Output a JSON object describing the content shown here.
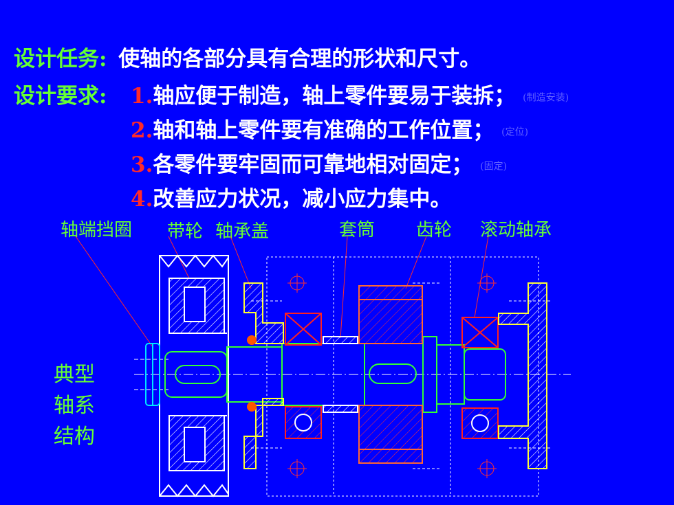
{
  "task": {
    "label": "设计任务:",
    "text": "使轴的各部分具有合理的形状和尺寸。"
  },
  "requirements": {
    "label": "设计要求:",
    "items": [
      {
        "num": "1.",
        "text": "轴应便于制造，轴上零件要易于装拆；",
        "note": "(制造安装)"
      },
      {
        "num": "2.",
        "text": "轴和轴上零件要有准确的工作位置；",
        "note": "(定位)"
      },
      {
        "num": "3.",
        "text": "各零件要牢固而可靠地相对固定；",
        "note": "(固定)"
      },
      {
        "num": "4.",
        "text": "改善应力状况，减小应力集中。",
        "note": ""
      }
    ]
  },
  "parts": [
    "轴端挡圈",
    "带轮",
    "轴承盖",
    "套筒",
    "齿轮",
    "滚动轴承"
  ],
  "side_title": [
    "典型",
    "轴系",
    "结构"
  ],
  "colors": {
    "background": "#0000FF",
    "label_green": "#66FF33",
    "number_red": "#FF2A2A",
    "text_white": "#FFFFFF",
    "note_blue": "#6060FF"
  }
}
